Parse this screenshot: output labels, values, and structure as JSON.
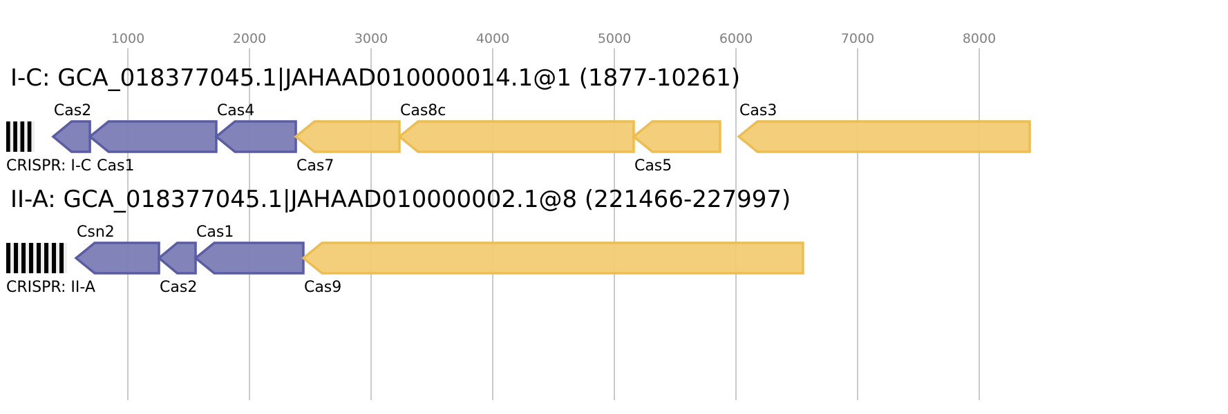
{
  "axis": {
    "ticks": [
      1000,
      2000,
      3000,
      4000,
      5000,
      6000,
      7000,
      8000
    ],
    "labels": [
      "1000",
      "2000",
      "3000",
      "4000",
      "5000",
      "6000",
      "7000",
      "8000"
    ]
  },
  "colors": {
    "class1_fill": "#7b7db5",
    "class1_stroke": "#5a5ca6",
    "effector_fill": "#f2cc75",
    "effector_stroke": "#edbd4e",
    "grid": "#b8b8b8",
    "tick_text": "#808080"
  },
  "loci": [
    {
      "title": "I-C: GCA_018377045.1|JAHAAD010000014.1@1 (1877-10261)",
      "crispr_label": "CRISPR: I-C",
      "crispr_range": [
        0,
        233
      ],
      "crispr_repeats": 4,
      "genes": [
        {
          "name": "Cas2",
          "start": 386,
          "end": 688,
          "type": "class1",
          "label_pos": "above"
        },
        {
          "name": "Cas1",
          "start": 688,
          "end": 1727,
          "type": "class1",
          "label_pos": "below"
        },
        {
          "name": "Cas4",
          "start": 1727,
          "end": 2381,
          "type": "class1",
          "label_pos": "above"
        },
        {
          "name": "Cas7",
          "start": 2381,
          "end": 3233,
          "type": "effector",
          "label_pos": "below"
        },
        {
          "name": "Cas8c",
          "start": 3233,
          "end": 5159,
          "type": "effector",
          "label_pos": "above"
        },
        {
          "name": "Cas5",
          "start": 5159,
          "end": 5869,
          "type": "effector",
          "label_pos": "below"
        },
        {
          "name": "Cas3",
          "start": 6023,
          "end": 8415,
          "type": "effector",
          "label_pos": "above"
        }
      ]
    },
    {
      "title": "II-A: GCA_018377045.1|JAHAAD010000002.1@8 (221466-227997)",
      "crispr_label": "CRISPR: II-A",
      "crispr_range": [
        0,
        500
      ],
      "crispr_repeats": 8,
      "genes": [
        {
          "name": "Csn2",
          "start": 574,
          "end": 1256,
          "type": "class1",
          "label_pos": "above"
        },
        {
          "name": "Cas2",
          "start": 1256,
          "end": 1557,
          "type": "class1",
          "label_pos": "below"
        },
        {
          "name": "Cas1",
          "start": 1557,
          "end": 2443,
          "type": "class1",
          "label_pos": "above"
        },
        {
          "name": "Cas9",
          "start": 2443,
          "end": 6551,
          "type": "effector",
          "label_pos": "below"
        }
      ]
    }
  ]
}
